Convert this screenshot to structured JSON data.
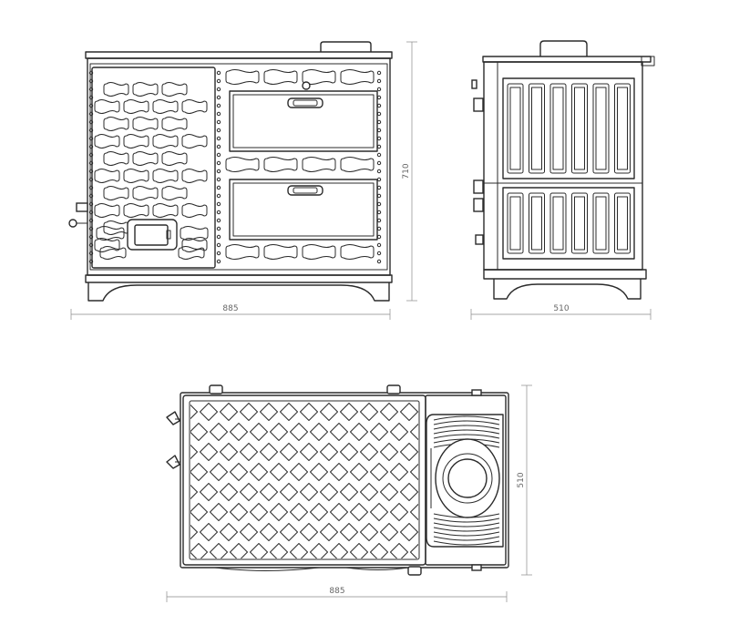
{
  "dimensions": {
    "front_width": "885",
    "front_height": "710",
    "side_depth": "510",
    "top_depth": "510",
    "top_width": "885"
  },
  "colors": {
    "line": "#2b2b2b",
    "dimension_line": "#8a8a8a",
    "background": "#ffffff"
  }
}
